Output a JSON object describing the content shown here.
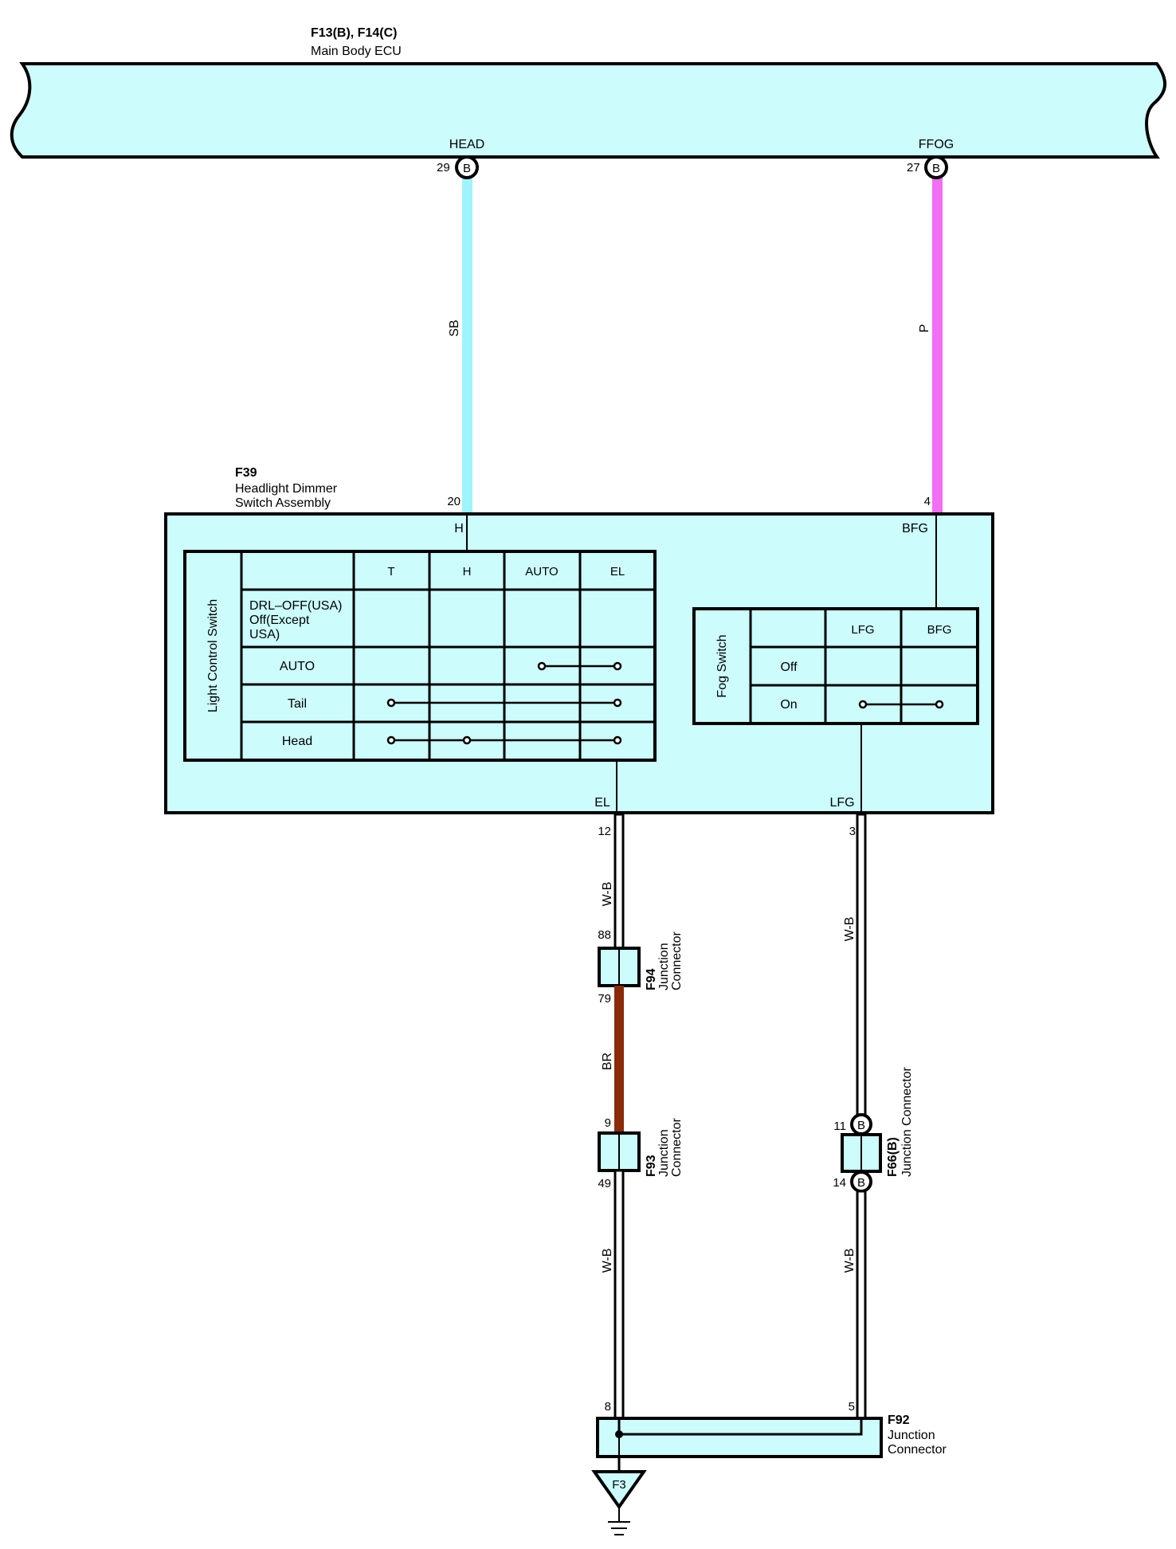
{
  "ecu": {
    "code": "F13(B), F14(C)",
    "name": "Main Body ECU"
  },
  "ecu_terminals": [
    {
      "label": "HEAD",
      "pin": "29",
      "conn": "B"
    },
    {
      "label": "FFOG",
      "pin": "27",
      "conn": "B"
    }
  ],
  "wires": {
    "head": {
      "color_code": "SB",
      "color": "#9ff4fb"
    },
    "ffog": {
      "color_code": "P",
      "color": "#f26ef2"
    },
    "el_upper": {
      "color_code": "W-B"
    },
    "el_mid": {
      "color_code": "BR",
      "color": "#8a2a0a"
    },
    "el_lower": {
      "color_code": "W-B"
    },
    "lfg_upper": {
      "color_code": "W-B"
    },
    "lfg_lower": {
      "color_code": "W-B"
    }
  },
  "switch": {
    "code": "F39",
    "name_line1": "Headlight Dimmer",
    "name_line2": "Switch Assembly",
    "pin_h": "20",
    "label_h": "H",
    "pin_bfg": "4",
    "label_bfg": "BFG",
    "label_el": "EL",
    "pin_el": "12",
    "label_lfg": "LFG",
    "pin_lfg": "3",
    "fill": "#ccfcfc"
  },
  "light_control": {
    "title": "Light Control Switch",
    "columns": [
      "T",
      "H",
      "AUTO",
      "EL"
    ],
    "rows": [
      "DRL–OFF(USA)",
      "Off(Except",
      "USA)",
      "AUTO",
      "Tail",
      "Head"
    ]
  },
  "fog_switch": {
    "title": "Fog Switch",
    "columns": [
      "LFG",
      "BFG"
    ],
    "rows": [
      "Off",
      "On"
    ]
  },
  "f94": {
    "code": "F94",
    "line1": "Junction",
    "line2": "Connector",
    "pin_top": "88",
    "pin_bottom": "79"
  },
  "f93": {
    "code": "F93",
    "line1": "Junction",
    "line2": "Connector",
    "pin_top": "9",
    "pin_bottom": "49"
  },
  "f66": {
    "code": "F66(B)",
    "line1": "Junction Connector",
    "pin_top": "11",
    "pin_bottom": "14",
    "conn": "B"
  },
  "f92": {
    "code": "F92",
    "line1": "Junction",
    "line2": "Connector",
    "pin_left": "8",
    "pin_right": "5"
  },
  "ground": {
    "code": "F3"
  }
}
